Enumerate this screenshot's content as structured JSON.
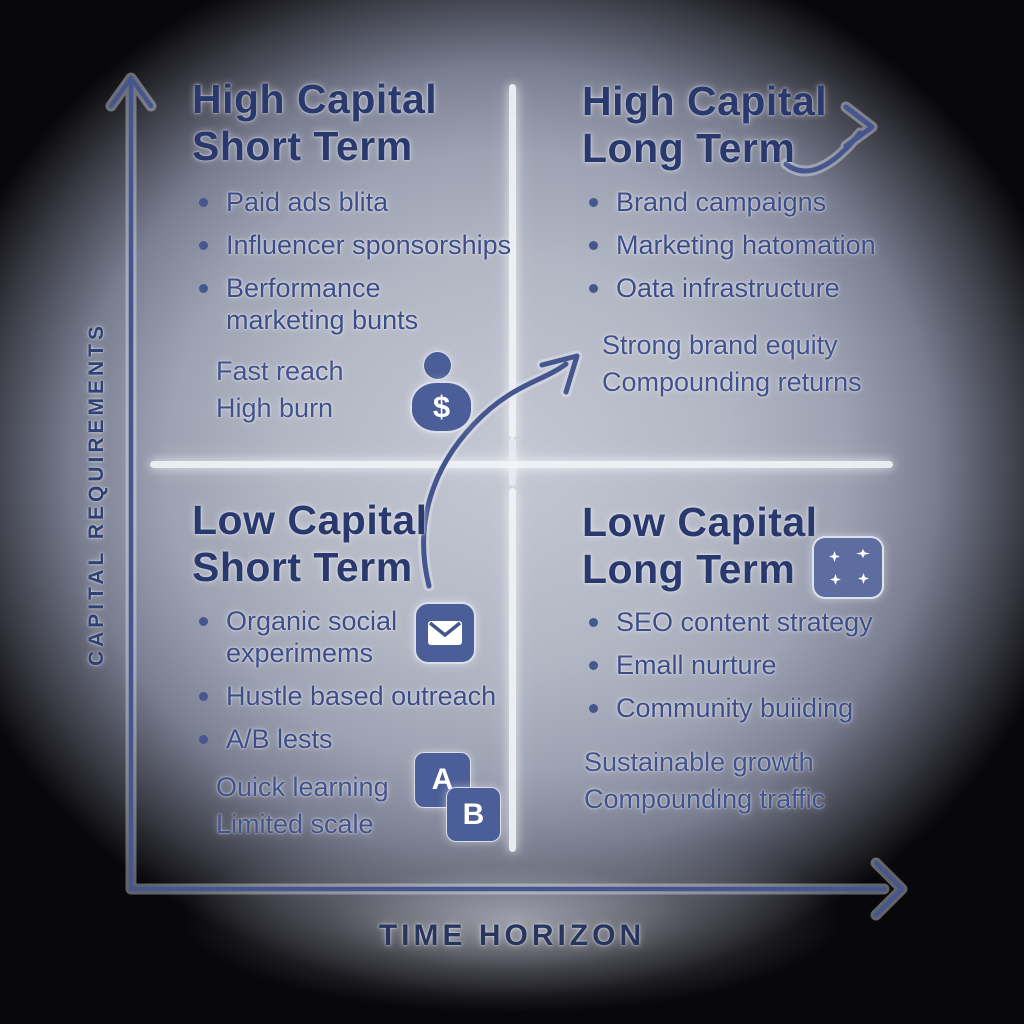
{
  "diagram": {
    "x_axis_label": "TIME HORIZON",
    "y_axis_label": "CAPITAL REQUIREMENTS"
  },
  "quadrants": {
    "top_left": {
      "title_line1": "High Capital",
      "title_line2": "Short Term",
      "bullets": [
        "Paid ads blita",
        "Influencer sponsorships",
        "Berformance marketing bunts"
      ],
      "notes": [
        "Fast reach",
        "High burn"
      ]
    },
    "top_right": {
      "title_line1": "High Capital",
      "title_line2": "Long Term",
      "bullets": [
        "Brand campaigns",
        "Marketing hatomation",
        "Oata infrastructure"
      ],
      "notes": [
        "Strong brand equity",
        "Compounding returns"
      ]
    },
    "bottom_left": {
      "title_line1": "Low Capital",
      "title_line2": "Short Term",
      "bullets": [
        "Organic social experimems",
        "Hustle based outreach",
        "A/B lests"
      ],
      "notes": [
        "Ouick learning",
        "Limited scale"
      ]
    },
    "bottom_right": {
      "title_line1": "Low Capital",
      "title_line2": "Long Term",
      "bullets": [
        "SEO content strategy",
        "Emall nurture",
        "Community buiiding"
      ],
      "notes": [
        "Sustainable growth",
        "Compounding traffic"
      ]
    }
  },
  "icons": {
    "dollar_symbol": "$",
    "ab_letter_a": "A",
    "ab_letter_b": "B"
  },
  "colors": {
    "title_navy": "#29386d",
    "body_blue": "#3d4d88",
    "axis_blue": "#4a5a93",
    "icon_fill": "#4c5e97",
    "divider_white": "#f1f3f8"
  }
}
